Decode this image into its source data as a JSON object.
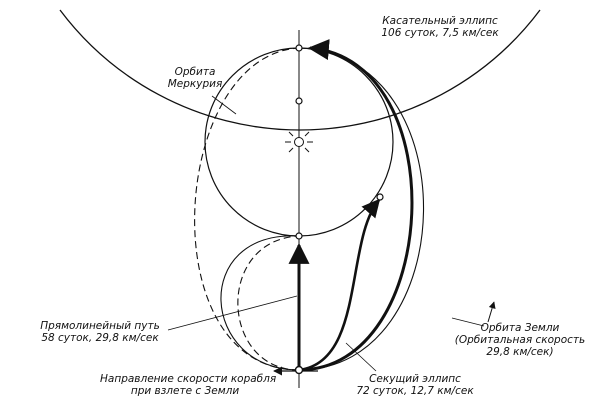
{
  "labels": {
    "tangent_title": "Касательный эллипс",
    "tangent_params": "106 суток, 7,5 км/сек",
    "mercury_1": "Орбита",
    "mercury_2": "Меркурия",
    "straight_title": "Прямолинейный путь",
    "straight_params": "58 суток, 29,8 км/сек",
    "direction_1": "Направление скорости корабля",
    "direction_2": "при взлете с Земли",
    "secant_title": "Секущий эллипс",
    "secant_params": "72 суток, 12,7 км/сек",
    "earth_1": "Орбита Земли",
    "earth_2": "(Орбитальная скорость",
    "earth_3": "29,8 км/сек)"
  },
  "colors": {
    "ink": "#111111"
  }
}
